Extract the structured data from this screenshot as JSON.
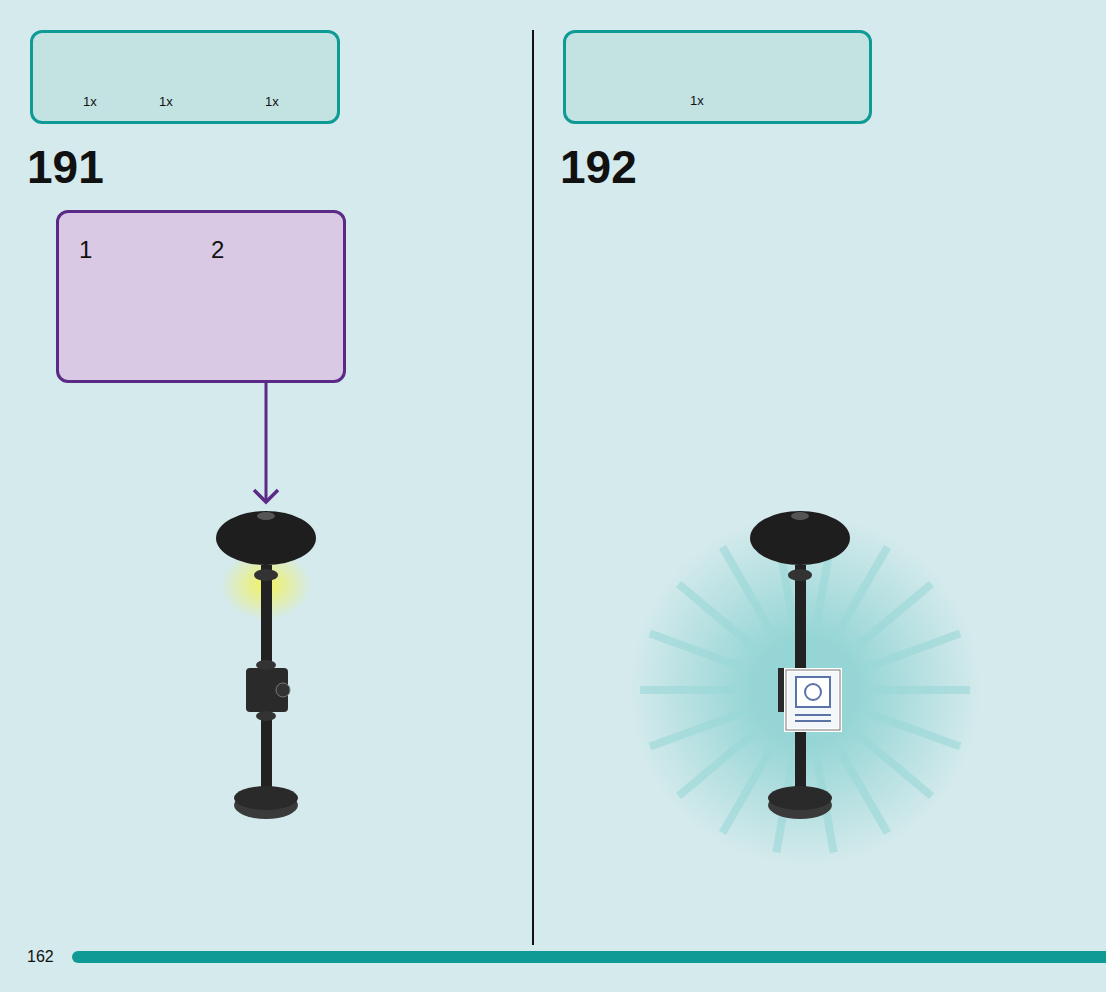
{
  "diagram": {
    "nodes": [
      {
        "text": [
          "1x",
          "1x",
          "1x"
        ]
      },
      {
        "text": [
          "1",
          "2"
        ]
      },
      {
        "text": [
          "1x"
        ]
      }
    ],
    "labels": [
      "191",
      "192",
      "162"
    ]
  }
}
